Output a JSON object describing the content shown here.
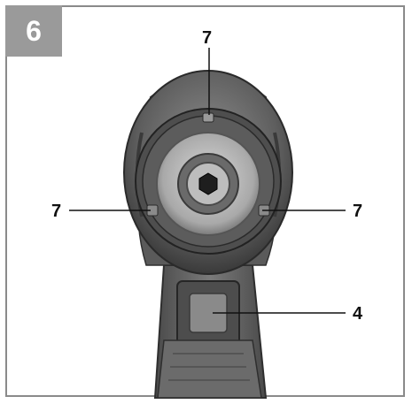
{
  "figure": {
    "number": "6"
  },
  "callouts": {
    "top": "7",
    "left": "7",
    "right": "7",
    "handle": "4"
  },
  "colors": {
    "frame": "#8a8a8a",
    "badge": "#9a9a9a",
    "line": "#111111"
  }
}
